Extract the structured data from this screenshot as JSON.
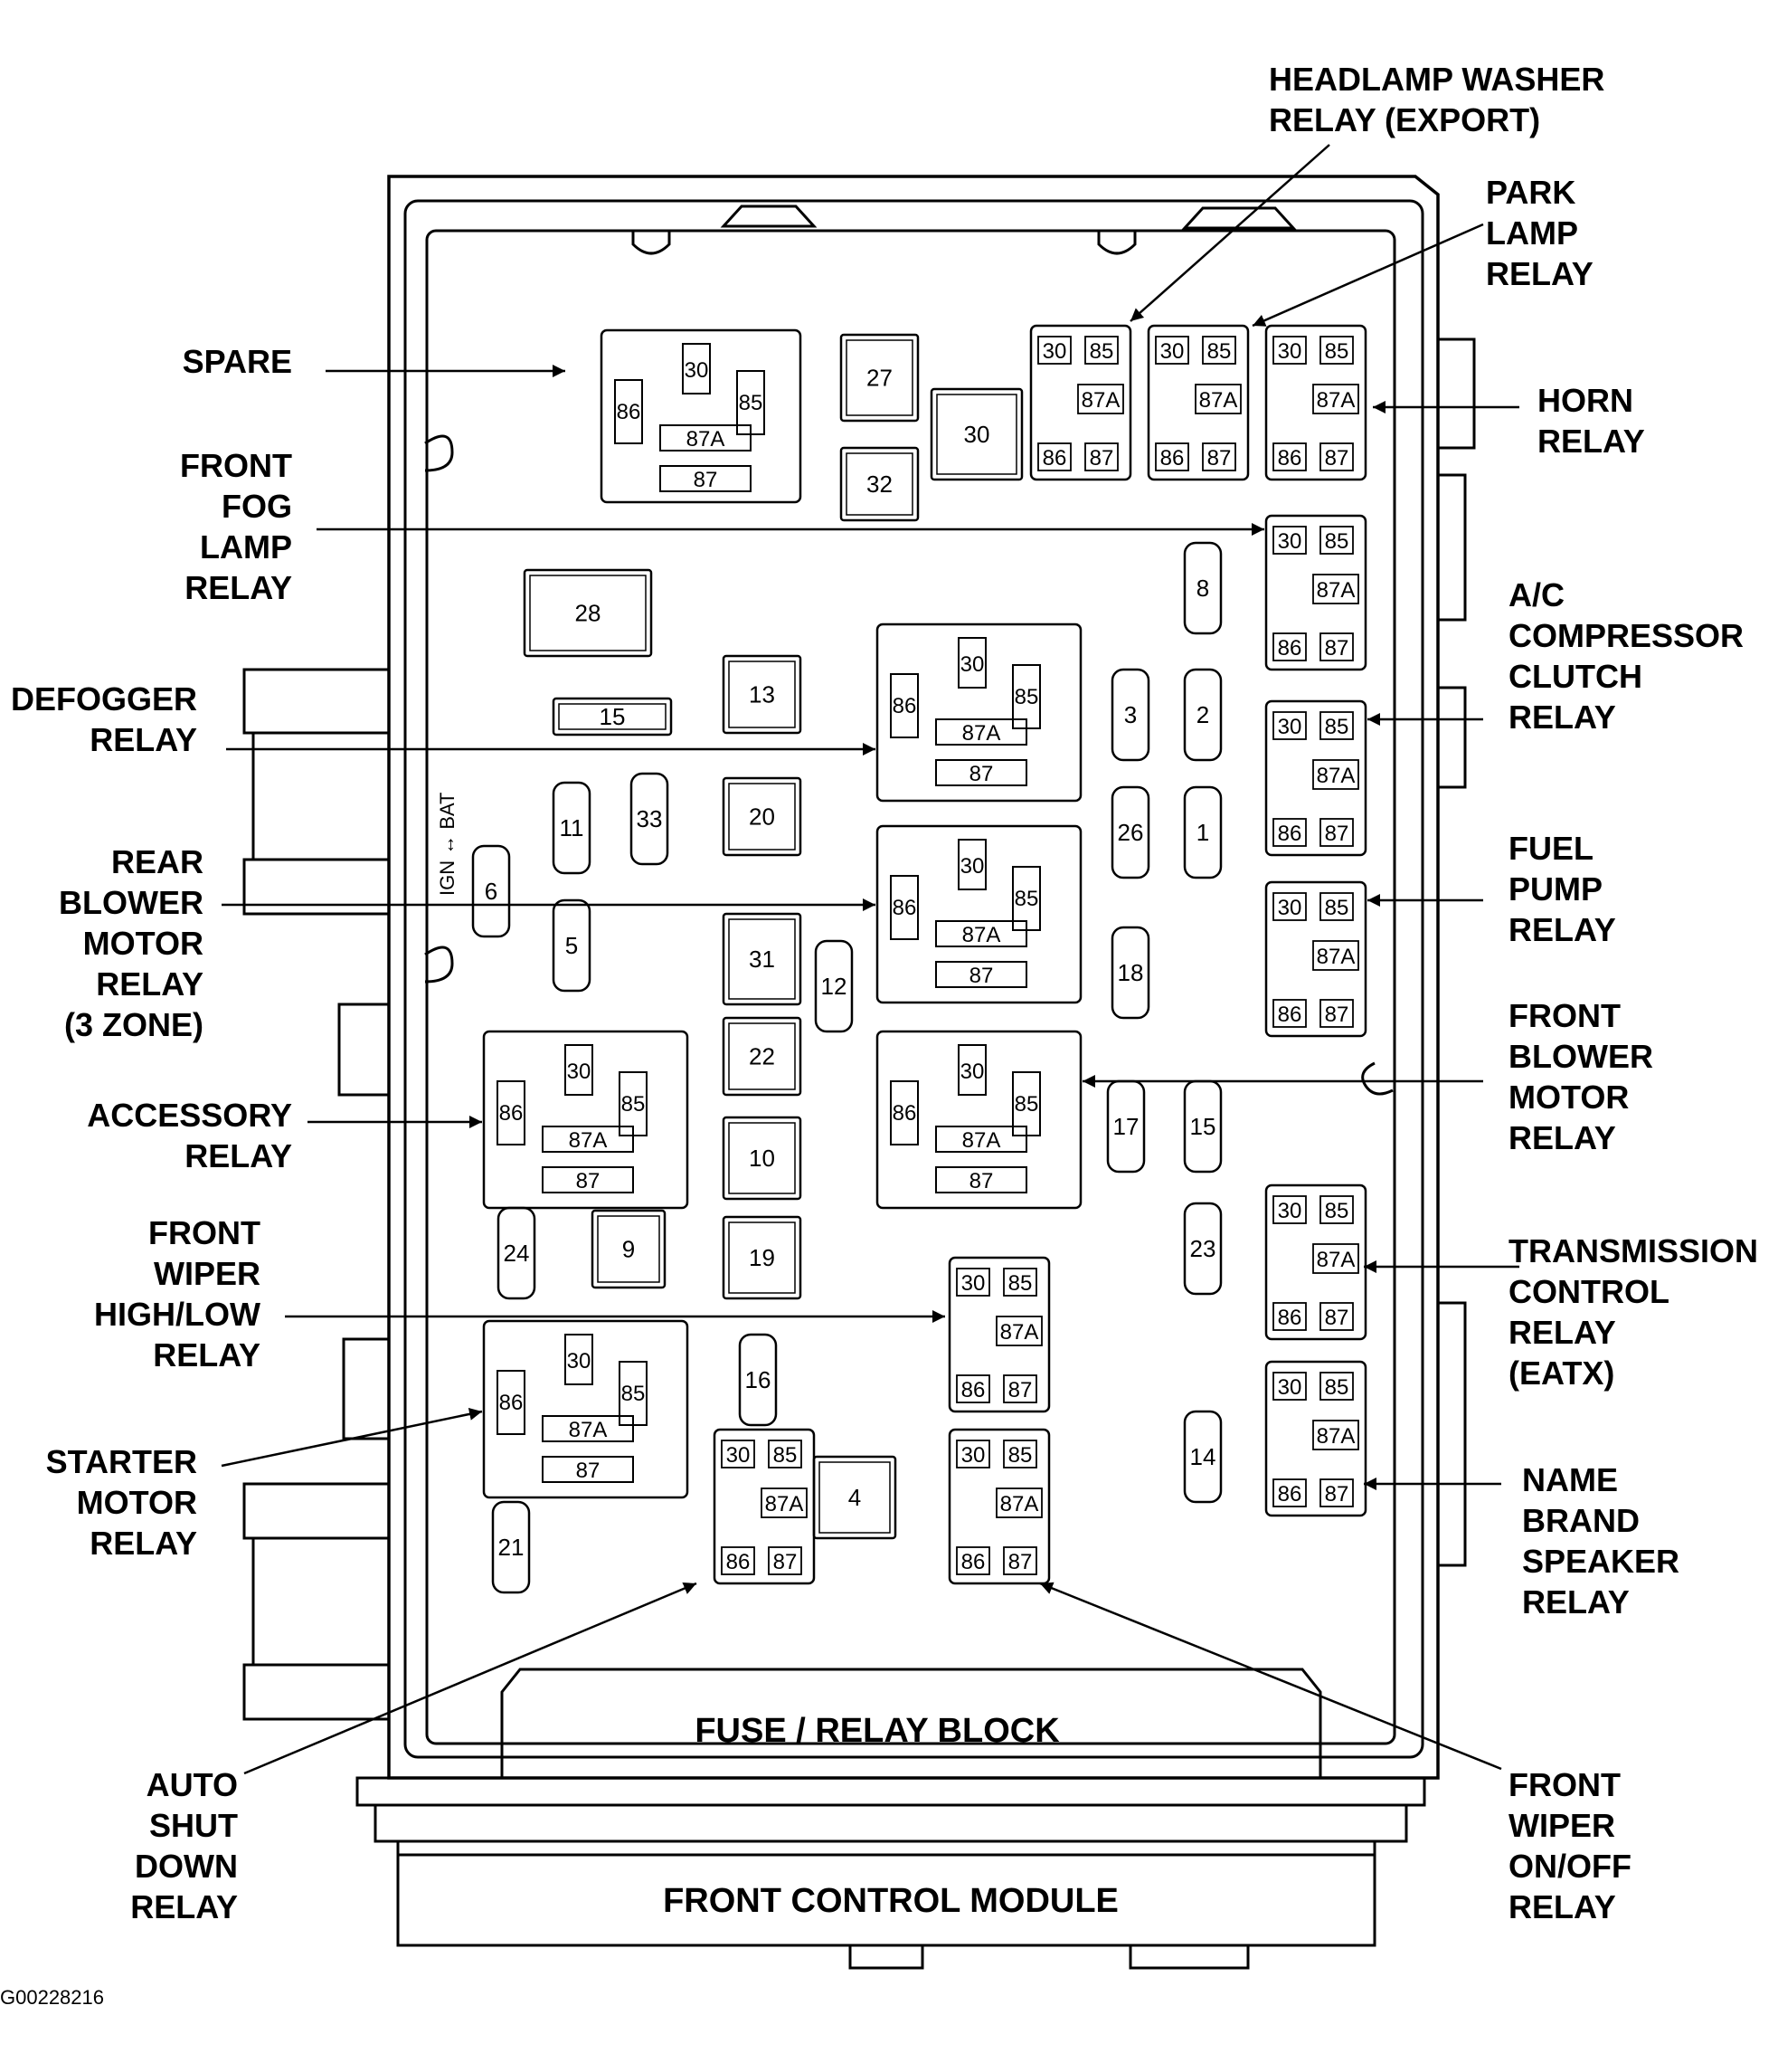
{
  "figure_code": "G00228216",
  "block_label": "FUSE / RELAY BLOCK",
  "module_label": "FRONT CONTROL MODULE",
  "side_label": "IGN ↔ BAT",
  "pins": {
    "p30": "30",
    "p85": "85",
    "p86": "86",
    "p87": "87",
    "p87a": "87A"
  },
  "fuses": [
    "1",
    "2",
    "3",
    "4",
    "5",
    "6",
    "8",
    "9",
    "10",
    "11",
    "12",
    "13",
    "14",
    "15",
    "15",
    "16",
    "17",
    "18",
    "19",
    "20",
    "21",
    "22",
    "23",
    "24",
    "26",
    "27",
    "28",
    "30",
    "31",
    "32",
    "33"
  ],
  "callouts": {
    "headlamp_washer": [
      "HEADLAMP WASHER",
      "RELAY (EXPORT)"
    ],
    "park_lamp": [
      "PARK",
      "LAMP",
      "RELAY"
    ],
    "horn": [
      "HORN",
      "RELAY"
    ],
    "spare": [
      "SPARE"
    ],
    "front_fog": [
      "FRONT",
      "FOG",
      "LAMP",
      "RELAY"
    ],
    "ac_compressor": [
      "A/C",
      "COMPRESSOR",
      "CLUTCH",
      "RELAY"
    ],
    "defogger": [
      "DEFOGGER",
      "RELAY"
    ],
    "fuel_pump": [
      "FUEL",
      "PUMP",
      "RELAY"
    ],
    "rear_blower": [
      "REAR",
      "BLOWER",
      "MOTOR",
      "RELAY",
      "(3 ZONE)"
    ],
    "front_blower": [
      "FRONT",
      "BLOWER",
      "MOTOR",
      "RELAY"
    ],
    "accessory": [
      "ACCESSORY",
      "RELAY"
    ],
    "front_wiper_hl": [
      "FRONT",
      "WIPER",
      "HIGH/LOW",
      "RELAY"
    ],
    "transmission": [
      "TRANSMISSION",
      "CONTROL",
      "RELAY",
      "(EATX)"
    ],
    "starter": [
      "STARTER",
      "MOTOR",
      "RELAY"
    ],
    "name_brand": [
      "NAME",
      "BRAND",
      "SPEAKER",
      "RELAY"
    ],
    "auto_shutdown": [
      "AUTO",
      "SHUT",
      "DOWN",
      "RELAY"
    ],
    "front_wiper_onoff": [
      "FRONT",
      "WIPER",
      "ON/OFF",
      "RELAY"
    ]
  }
}
